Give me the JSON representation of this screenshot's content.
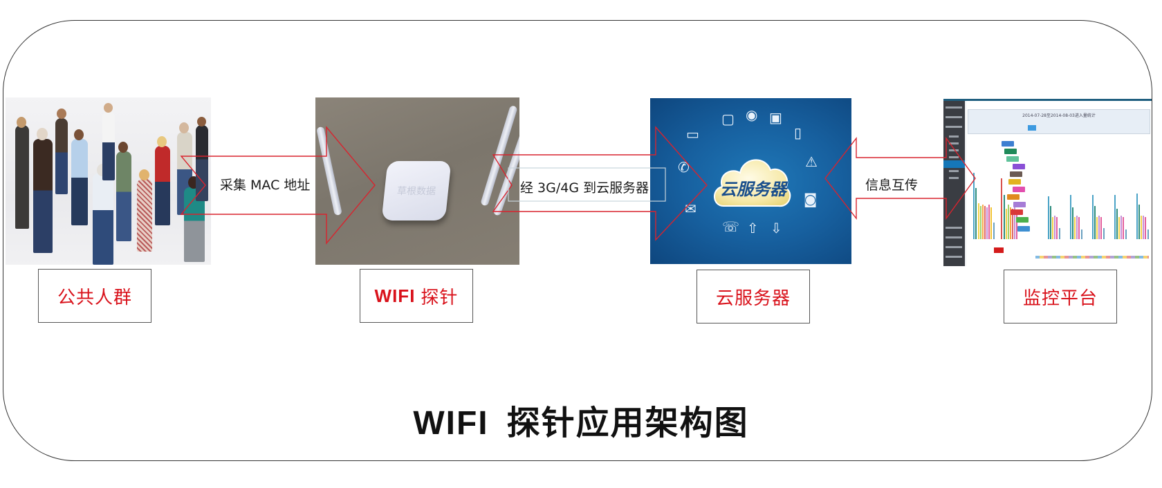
{
  "diagram": {
    "title_prefix": "WIFI",
    "title_suffix": "探针应用架构图",
    "nodes": [
      {
        "id": "crowd",
        "label": "公共人群",
        "image": "crowd-of-people-on-phones-photo"
      },
      {
        "id": "probe",
        "label_prefix": "WIFI",
        "label_suffix": "探针",
        "image": "wifi-probe-device-photo",
        "watermark": "草根数据"
      },
      {
        "id": "cloud",
        "label": "云服务器",
        "image": "cloud-server-illustration",
        "image_text": "云服务器"
      },
      {
        "id": "platform",
        "label": "监控平台",
        "image": "monitoring-dashboard-screenshot",
        "image_title": "2014-07-28至2014-08-03进入量统计"
      }
    ],
    "edges": [
      {
        "from": "crowd",
        "to": "probe",
        "label": "采集 MAC 地址",
        "direction": "right"
      },
      {
        "from": "probe",
        "to": "cloud",
        "label": "经 3G/4G 到云服务器",
        "direction": "right"
      },
      {
        "from": "cloud",
        "to": "platform",
        "label": "信息互传",
        "direction": "both"
      }
    ],
    "colors": {
      "label_text": "#d9121b",
      "arrow_stroke": "#d9232e",
      "frame": "#333333",
      "title": "#111111"
    }
  }
}
